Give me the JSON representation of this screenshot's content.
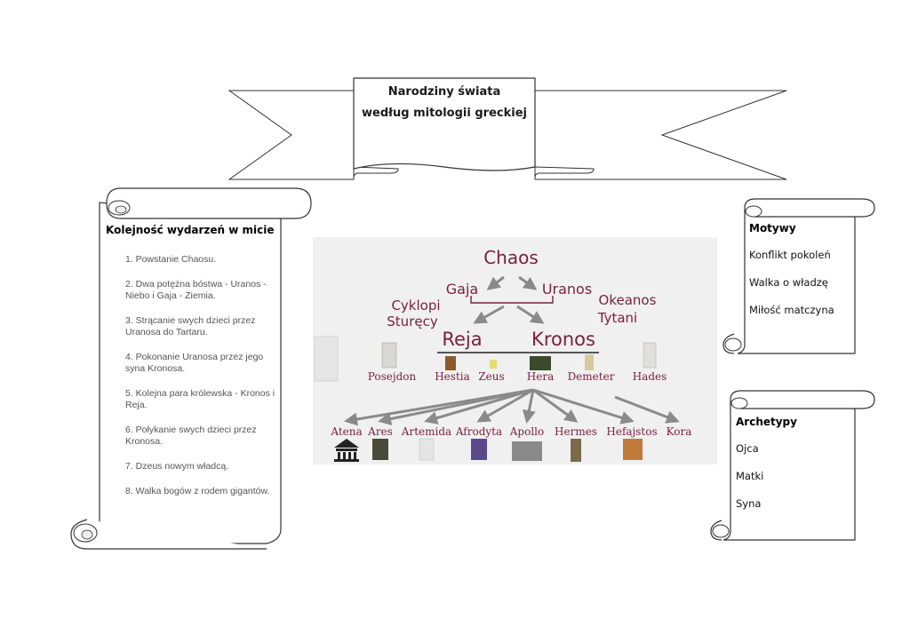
{
  "banner": {
    "title_line1": "Narodziny świata",
    "title_line2": "według mitologii greckiej"
  },
  "events": {
    "heading": "Kolejność wydarzeń w micie",
    "items": [
      "1. Powstanie Chaosu.",
      "2. Dwa potężna bóstwa - Uranos - Niebo i Gaja - Ziemia.",
      "3. Strącanie swych dzieci przez Uranosa do Tartaru.",
      "4. Pokonanie Uranosa przez jego syna Kronosa.",
      "5. Kolejna para królewska - Kronos i Reja.",
      "6. Połykanie swych dzieci przez Kronosa.",
      "7. Dzeus nowym władcą.",
      "8. Walka bogów z rodem gigantów."
    ]
  },
  "motifs": {
    "heading": "Motywy",
    "items": [
      "Konflikt pokoleń",
      "Walka o władzę",
      "Miłość matczyna"
    ]
  },
  "archetypes": {
    "heading": "Archetypy",
    "items": [
      "Ojca",
      "Matki",
      "Syna"
    ]
  },
  "tree": {
    "chaos": "Chaos",
    "gaja": "Gaja",
    "uranos": "Uranos",
    "cyklopi": "Cyklopi",
    "sturecy": "Sturęcy",
    "okeanos": "Okeanos",
    "tytani": "Tytani",
    "reja": "Reja",
    "kronos": "Kronos",
    "children": [
      "Posejdon",
      "Hestia",
      "Zeus",
      "Hera",
      "Demeter",
      "Hades"
    ],
    "grandchildren": [
      "Atena",
      "Ares",
      "Artemida",
      "Afrodyta",
      "Apollo",
      "Hermes",
      "Hefajstos",
      "Kora"
    ],
    "colors": {
      "accent": "#7a1f3d",
      "arrow": "#8a8a8a",
      "panel": "#f0f0f0"
    }
  }
}
